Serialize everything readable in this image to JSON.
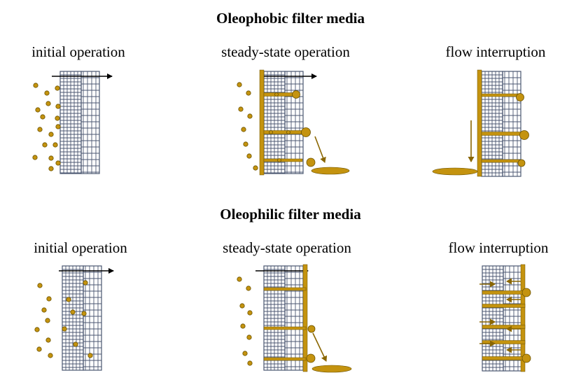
{
  "sections": [
    {
      "title": "Oleophobic filter media",
      "panels": [
        {
          "label": "initial operation"
        },
        {
          "label": "steady-state operation"
        },
        {
          "label": "flow interruption"
        }
      ]
    },
    {
      "title": "Oleophilic filter media",
      "panels": [
        {
          "label": "initial operation"
        },
        {
          "label": "steady-state operation"
        },
        {
          "label": "flow interruption"
        }
      ]
    }
  ],
  "colors": {
    "oil": "#c4930f",
    "oil_dark": "#8a6600",
    "oil_edge": "#6b5200",
    "mesh": "#4a5670",
    "arrow": "#000000"
  }
}
